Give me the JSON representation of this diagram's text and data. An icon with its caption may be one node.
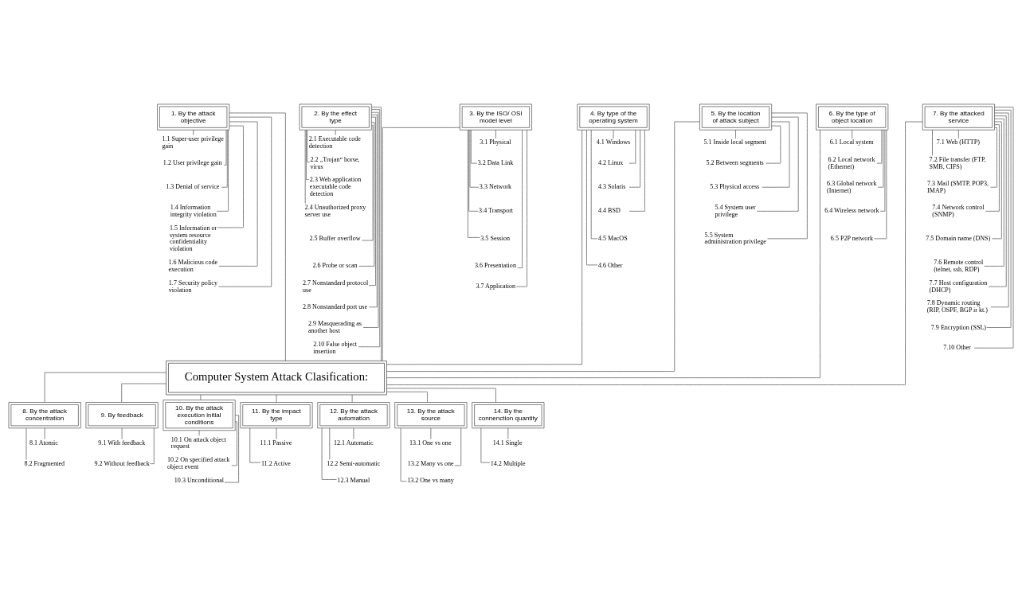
{
  "diagram": {
    "nodes": [
      {
        "text": [
          "1. By the attack objective"
        ]
      },
      {
        "text": [
          "1.1 Super-user privilege gain"
        ]
      },
      {
        "text": [
          "1.2 User privilege gain"
        ]
      },
      {
        "text": [
          "1.3 Denial of service"
        ]
      },
      {
        "text": [
          "1.4 Information integrity violation"
        ]
      },
      {
        "text": [
          "1.5 Information or system resource confidentiality violation"
        ]
      },
      {
        "text": [
          "1.6 Malicious code execution"
        ]
      },
      {
        "text": [
          "1.7 Security policy violation"
        ]
      },
      {
        "text": [
          "2. By the effect type"
        ]
      },
      {
        "text": [
          "2.1 Executable code detection"
        ]
      },
      {
        "text": [
          "2.2 „Trojan“ horse, virus"
        ]
      },
      {
        "text": [
          "2.3 Web application executable code detection"
        ]
      },
      {
        "text": [
          "2.4 Unauthorized proxy server use"
        ]
      },
      {
        "text": [
          "2.5 Buffer overflow"
        ]
      },
      {
        "text": [
          "2.6 Probe or scan"
        ]
      },
      {
        "text": [
          "2.7 Nonstandard protocol use"
        ]
      },
      {
        "text": [
          "2.8 Nonstandard port use"
        ]
      },
      {
        "text": [
          "2.9 Masquerading as another host"
        ]
      },
      {
        "text": [
          "2.10 False object insertion"
        ]
      },
      {
        "text": [
          "3. By the ISO/ OSI model level"
        ]
      },
      {
        "text": [
          "3.1 Physical"
        ]
      },
      {
        "text": [
          "3.2 Data Link"
        ]
      },
      {
        "text": [
          "3.3 Network"
        ]
      },
      {
        "text": [
          "3.4 Transport"
        ]
      },
      {
        "text": [
          "3.5 Session"
        ]
      },
      {
        "text": [
          "3.6 Presentation"
        ]
      },
      {
        "text": [
          "3.7 Application"
        ]
      },
      {
        "text": [
          "4. By type of the operating system"
        ]
      },
      {
        "text": [
          "4.1 Windows"
        ]
      },
      {
        "text": [
          "4.2 Linux"
        ]
      },
      {
        "text": [
          "4.3 Solaris"
        ]
      },
      {
        "text": [
          "4.4 BSD"
        ]
      },
      {
        "text": [
          "4.5 MacOS"
        ]
      },
      {
        "text": [
          "4.6 Other"
        ]
      },
      {
        "text": [
          "5. By the location of attack subject"
        ]
      },
      {
        "text": [
          "5.1 Inside local segment"
        ]
      },
      {
        "text": [
          "5.2 Between segments"
        ]
      },
      {
        "text": [
          "5.3 Physical access"
        ]
      },
      {
        "text": [
          "5.4 System user privilege"
        ]
      },
      {
        "text": [
          "5.5 System administration privilege"
        ]
      },
      {
        "text": [
          "6. By the type of object location"
        ]
      },
      {
        "text": [
          "6.1 Local system"
        ]
      },
      {
        "text": [
          "6.2 Local network (Ethernet)"
        ]
      },
      {
        "text": [
          "6.3 Global network (Internet)"
        ]
      },
      {
        "text": [
          "6.4 Wireless network"
        ]
      },
      {
        "text": [
          "6.5 P2P network"
        ]
      },
      {
        "text": [
          "7. By the attacked service"
        ]
      },
      {
        "text": [
          "7.1 Web (HTTP)"
        ]
      },
      {
        "text": [
          "7.2 File transfer (FTP, SMB, CIFS)"
        ]
      },
      {
        "text": [
          "7.3 Mail (SMTP, POP3, IMAP)"
        ]
      },
      {
        "text": [
          "7.4 Network control (SNMP)"
        ]
      },
      {
        "text": [
          "7.5 Domain name (DNS)"
        ]
      },
      {
        "text": [
          "7.6 Remote control (telnet, ssh, RDP)"
        ]
      },
      {
        "text": [
          "7.7 Host configuration (DHCP)"
        ]
      },
      {
        "text": [
          "7.8 Dynamic routing (RIP, OSPF, BGP ir kt.)"
        ]
      },
      {
        "text": [
          "7.9 Encryption (SSL)"
        ]
      },
      {
        "text": [
          "7.10 Other"
        ]
      },
      {
        "text": [
          "Computer System Attack Clasification:"
        ]
      },
      {
        "text": [
          "8. By the attack concentration"
        ]
      },
      {
        "text": [
          "8.1 Atomic"
        ]
      },
      {
        "text": [
          "8.2 Fragmented"
        ]
      },
      {
        "text": [
          "9. By feedback"
        ]
      },
      {
        "text": [
          "9.1 With feedback"
        ]
      },
      {
        "text": [
          "9.2 Without feedback"
        ]
      },
      {
        "text": [
          "10. By the attack execution initial conditions"
        ]
      },
      {
        "text": [
          "10.1 On attack object request"
        ]
      },
      {
        "text": [
          "10.2 On specified attack object event"
        ]
      },
      {
        "text": [
          "10.3 Unconditional"
        ]
      },
      {
        "text": [
          "11. By the impact type"
        ]
      },
      {
        "text": [
          "11.1 Passive"
        ]
      },
      {
        "text": [
          "11.2 Active"
        ]
      },
      {
        "text": [
          "12. By the attack automation"
        ]
      },
      {
        "text": [
          "12.1 Automatic"
        ]
      },
      {
        "text": [
          "12.2 Semi-automatic"
        ]
      },
      {
        "text": [
          "12.3 Manual"
        ]
      },
      {
        "text": [
          "13. By the attack source"
        ]
      },
      {
        "text": [
          "13.1 One vs one"
        ]
      },
      {
        "text": [
          "13.2 Many vs one"
        ]
      },
      {
        "text": [
          "13.2 One vs many"
        ]
      },
      {
        "text": [
          "14. By the connenction quantity"
        ]
      },
      {
        "text": [
          "14.1 Single"
        ]
      },
      {
        "text": [
          "14.2 Multiple"
        ]
      }
    ],
    "edges": [
      {
        "from": 0,
        "to": 57,
        "arrow": "none"
      },
      {
        "from": 8,
        "to": 57,
        "arrow": "none"
      },
      {
        "from": 19,
        "to": 57,
        "arrow": "none"
      },
      {
        "from": 27,
        "to": 57,
        "arrow": "none"
      },
      {
        "from": 34,
        "to": 57,
        "arrow": "none"
      },
      {
        "from": 40,
        "to": 57,
        "arrow": "none"
      },
      {
        "from": 46,
        "to": 57,
        "arrow": "none"
      },
      {
        "from": 57,
        "to": 58,
        "arrow": "none"
      },
      {
        "from": 57,
        "to": 61,
        "arrow": "none"
      },
      {
        "from": 57,
        "to": 64,
        "arrow": "none"
      },
      {
        "from": 57,
        "to": 68,
        "arrow": "none"
      },
      {
        "from": 57,
        "to": 71,
        "arrow": "none"
      },
      {
        "from": 57,
        "to": 75,
        "arrow": "none"
      },
      {
        "from": 57,
        "to": 79,
        "arrow": "none"
      },
      {
        "from": 0,
        "to": 1,
        "arrow": "none"
      },
      {
        "from": 0,
        "to": 2,
        "arrow": "none"
      },
      {
        "from": 0,
        "to": 3,
        "arrow": "none"
      },
      {
        "from": 0,
        "to": 4,
        "arrow": "none"
      },
      {
        "from": 0,
        "to": 5,
        "arrow": "none"
      },
      {
        "from": 0,
        "to": 6,
        "arrow": "none"
      },
      {
        "from": 0,
        "to": 7,
        "arrow": "none"
      },
      {
        "from": 8,
        "to": 9,
        "arrow": "none"
      },
      {
        "from": 8,
        "to": 10,
        "arrow": "none"
      },
      {
        "from": 8,
        "to": 11,
        "arrow": "none"
      },
      {
        "from": 8,
        "to": 12,
        "arrow": "none"
      },
      {
        "from": 8,
        "to": 13,
        "arrow": "none"
      },
      {
        "from": 8,
        "to": 14,
        "arrow": "none"
      },
      {
        "from": 8,
        "to": 15,
        "arrow": "none"
      },
      {
        "from": 8,
        "to": 16,
        "arrow": "none"
      },
      {
        "from": 8,
        "to": 17,
        "arrow": "none"
      },
      {
        "from": 8,
        "to": 18,
        "arrow": "none"
      },
      {
        "from": 19,
        "to": 20,
        "arrow": "none"
      },
      {
        "from": 19,
        "to": 21,
        "arrow": "none"
      },
      {
        "from": 19,
        "to": 22,
        "arrow": "none"
      },
      {
        "from": 19,
        "to": 23,
        "arrow": "none"
      },
      {
        "from": 19,
        "to": 24,
        "arrow": "none"
      },
      {
        "from": 19,
        "to": 25,
        "arrow": "none"
      },
      {
        "from": 19,
        "to": 26,
        "arrow": "none"
      },
      {
        "from": 27,
        "to": 28,
        "arrow": "none"
      },
      {
        "from": 27,
        "to": 29,
        "arrow": "none"
      },
      {
        "from": 27,
        "to": 30,
        "arrow": "none"
      },
      {
        "from": 27,
        "to": 31,
        "arrow": "none"
      },
      {
        "from": 27,
        "to": 32,
        "arrow": "none"
      },
      {
        "from": 27,
        "to": 33,
        "arrow": "none"
      },
      {
        "from": 34,
        "to": 35,
        "arrow": "none"
      },
      {
        "from": 34,
        "to": 36,
        "arrow": "none"
      },
      {
        "from": 34,
        "to": 37,
        "arrow": "none"
      },
      {
        "from": 34,
        "to": 38,
        "arrow": "none"
      },
      {
        "from": 34,
        "to": 39,
        "arrow": "none"
      },
      {
        "from": 40,
        "to": 41,
        "arrow": "none"
      },
      {
        "from": 40,
        "to": 42,
        "arrow": "none"
      },
      {
        "from": 40,
        "to": 43,
        "arrow": "none"
      },
      {
        "from": 40,
        "to": 44,
        "arrow": "none"
      },
      {
        "from": 40,
        "to": 45,
        "arrow": "none"
      },
      {
        "from": 46,
        "to": 47,
        "arrow": "none"
      },
      {
        "from": 46,
        "to": 48,
        "arrow": "none"
      },
      {
        "from": 46,
        "to": 49,
        "arrow": "none"
      },
      {
        "from": 46,
        "to": 50,
        "arrow": "none"
      },
      {
        "from": 46,
        "to": 51,
        "arrow": "none"
      },
      {
        "from": 46,
        "to": 52,
        "arrow": "none"
      },
      {
        "from": 46,
        "to": 53,
        "arrow": "none"
      },
      {
        "from": 46,
        "to": 54,
        "arrow": "none"
      },
      {
        "from": 46,
        "to": 55,
        "arrow": "none"
      },
      {
        "from": 46,
        "to": 56,
        "arrow": "none"
      },
      {
        "from": 58,
        "to": 59,
        "arrow": "none"
      },
      {
        "from": 58,
        "to": 60,
        "arrow": "none"
      },
      {
        "from": 61,
        "to": 62,
        "arrow": "none"
      },
      {
        "from": 61,
        "to": 63,
        "arrow": "none"
      },
      {
        "from": 64,
        "to": 65,
        "arrow": "none"
      },
      {
        "from": 64,
        "to": 66,
        "arrow": "none"
      },
      {
        "from": 64,
        "to": 67,
        "arrow": "none"
      },
      {
        "from": 68,
        "to": 69,
        "arrow": "none"
      },
      {
        "from": 68,
        "to": 70,
        "arrow": "none"
      },
      {
        "from": 71,
        "to": 72,
        "arrow": "none"
      },
      {
        "from": 71,
        "to": 73,
        "arrow": "none"
      },
      {
        "from": 71,
        "to": 74,
        "arrow": "none"
      },
      {
        "from": 75,
        "to": 76,
        "arrow": "none"
      },
      {
        "from": 75,
        "to": 77,
        "arrow": "none"
      },
      {
        "from": 75,
        "to": 78,
        "arrow": "none"
      },
      {
        "from": 79,
        "to": 80,
        "arrow": "none"
      },
      {
        "from": 79,
        "to": 81,
        "arrow": "none"
      }
    ]
  }
}
